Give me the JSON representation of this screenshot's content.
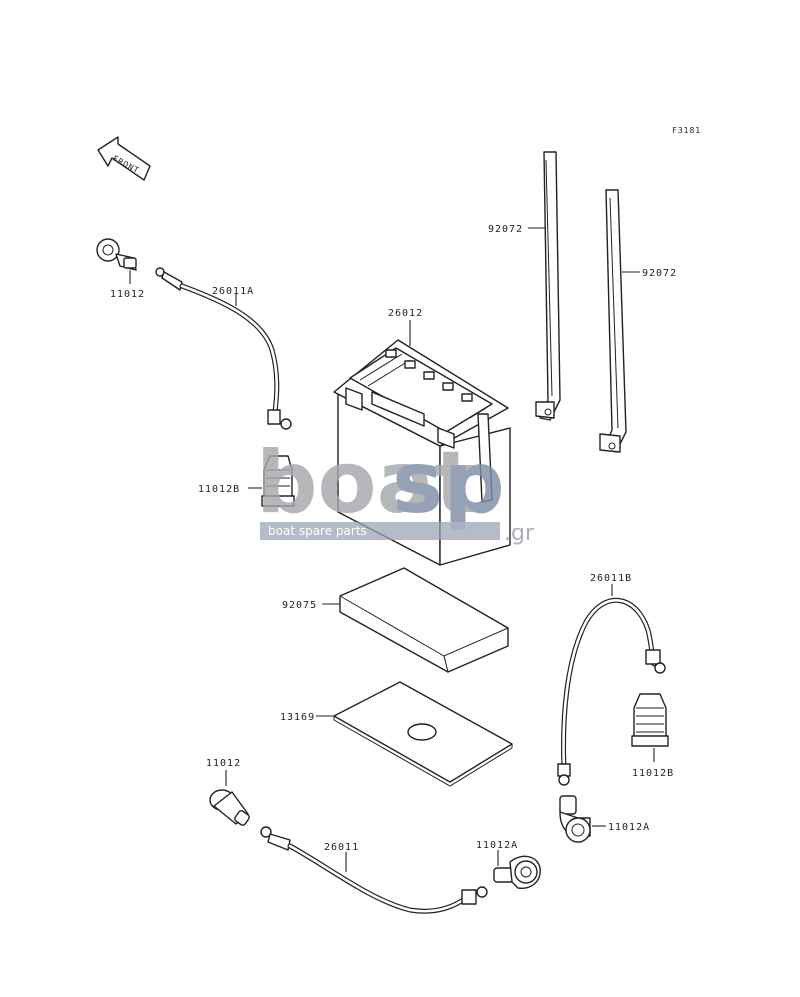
{
  "diagram_code": "F3181",
  "front_label": "FRONT",
  "watermark": {
    "brand_main": "boat",
    "brand_accent": "sp",
    "tld": ".gr",
    "tagline": "boat spare parts"
  },
  "parts": [
    {
      "id": "p-26012",
      "label": "26012"
    },
    {
      "id": "p-92072-left",
      "label": "92072"
    },
    {
      "id": "p-92072-right",
      "label": "92072"
    },
    {
      "id": "p-11012-top",
      "label": "11012"
    },
    {
      "id": "p-26011A",
      "label": "26011A"
    },
    {
      "id": "p-11012B-left",
      "label": "11012B"
    },
    {
      "id": "p-92075",
      "label": "92075"
    },
    {
      "id": "p-13169",
      "label": "13169"
    },
    {
      "id": "p-26011B",
      "label": "26011B"
    },
    {
      "id": "p-11012B-right",
      "label": "11012B"
    },
    {
      "id": "p-11012A-right",
      "label": "11012A"
    },
    {
      "id": "p-11012-bottom",
      "label": "11012"
    },
    {
      "id": "p-26011",
      "label": "26011"
    },
    {
      "id": "p-11012A-bottom",
      "label": "11012A"
    }
  ]
}
